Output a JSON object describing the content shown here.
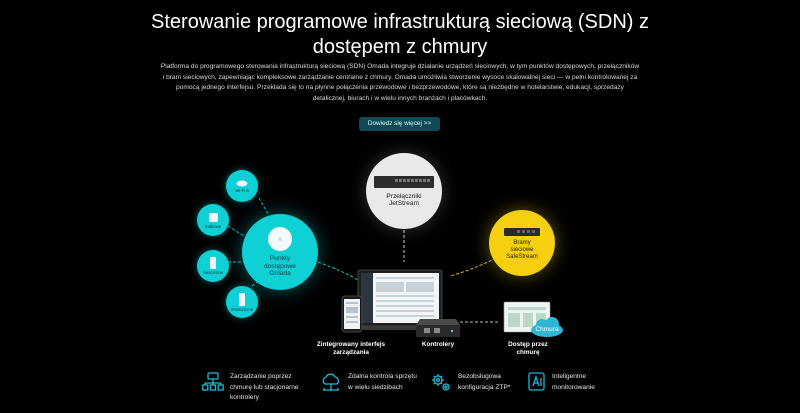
{
  "header": {
    "title_line1": "Sterowanie programowe infrastrukturą sieciową (SDN) z",
    "title_line2": "dostępem z chmury",
    "description": "Platforma do programowego sterowania infrastrukturą sieciową (SDN) Omada integruje działanie urządzeń sieciowych, w tym punktów dostępowych, przełączników i bram sieciowych, zapewniając kompleksowe zarządzanie centralne z chmury. Omada umożliwia stworzenie wysoce skalowalnej sieci — w pełni kontrolowanej za pomocą jednego interfejsu. Przekłada się to na płynne połączenia przewodowe i bezprzewodowe, które są niezbędne w hotelarstwie, edukacji, sprzedaży detalicznej, biurach i w wielu innych branżach i placówkach.",
    "cta_label": "Dowiedz się więcej >>"
  },
  "diagram": {
    "ap_types": [
      "Wi-Fi 6",
      "Sufitowe",
      "Naścienne",
      "Zewnętrzne"
    ],
    "access_points_label": [
      "Punkty",
      "dostępowe",
      "Omada"
    ],
    "switches_label": [
      "Przełączniki",
      "JetStream"
    ],
    "gateways_label": [
      "Bramy",
      "sieciowe",
      "SafeStream"
    ],
    "interface_label": [
      "Zintegrowany interfejs",
      "zarządzania"
    ],
    "controllers_label": "Kontrolery",
    "cloud_access_label": [
      "Dostęp przez",
      "chmurę"
    ],
    "cloud_badge": "Chmura",
    "colors": {
      "teal": "#0fd0d4",
      "yellow": "#f5cf10",
      "light": "#e9e9e9"
    }
  },
  "features": [
    {
      "icon": "network-hierarchy-icon",
      "text": [
        "Zarządzanie poprzez",
        "chmurę lub stacjonarne",
        "kontrolery"
      ]
    },
    {
      "icon": "cloud-network-icon",
      "text": [
        "Zdalna kontrola sprzętu",
        "w wielu siedzibach"
      ]
    },
    {
      "icon": "gears-icon",
      "text": [
        "Bezobsługowa",
        "konfiguracja ZTP*"
      ]
    },
    {
      "icon": "ai-monitor-icon",
      "text": [
        "Inteligentne",
        "monitorowanie"
      ]
    }
  ]
}
